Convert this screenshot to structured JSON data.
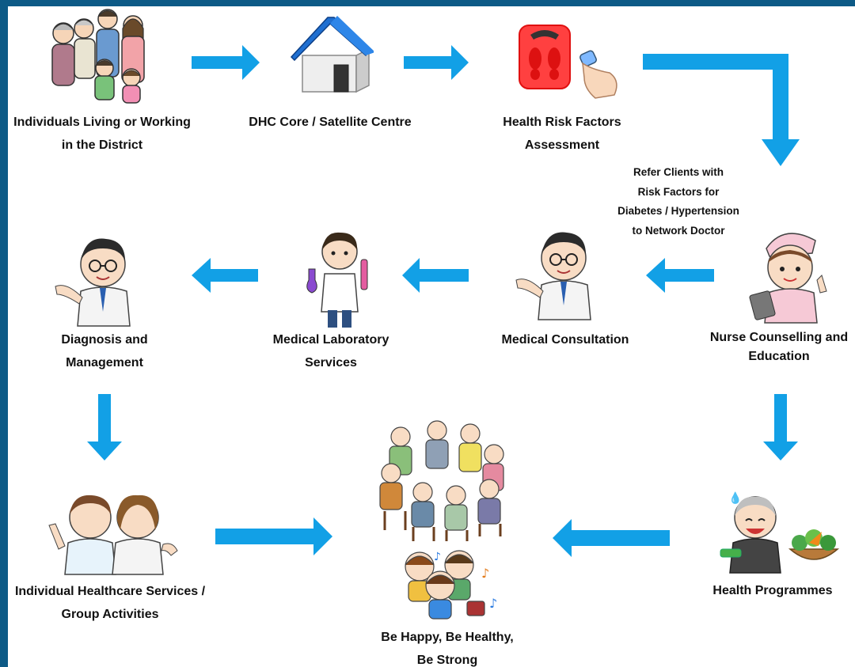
{
  "colors": {
    "frame": "#0d5a86",
    "arrow": "#12a0e6",
    "background": "#ffffff"
  },
  "nodes": [
    {
      "id": "individuals",
      "icon": "family-icon",
      "lines": [
        "Individuals Living or Working",
        "in the District"
      ]
    },
    {
      "id": "dhc",
      "icon": "house-icon",
      "lines": [
        "DHC Core / Satellite Centre"
      ]
    },
    {
      "id": "assessment",
      "icon": "scale-icon",
      "lines": [
        "Health Risk Factors",
        "Assessment"
      ]
    },
    {
      "id": "nurse",
      "icon": "nurse-icon",
      "lines": [
        "Nurse Counselling and",
        "Education"
      ]
    },
    {
      "id": "consultation",
      "icon": "doctor-icon",
      "lines": [
        "Medical Consultation"
      ]
    },
    {
      "id": "lab",
      "icon": "lab-scientist-icon",
      "lines": [
        "Medical Laboratory",
        "Services"
      ]
    },
    {
      "id": "diagnosis",
      "icon": "doctor-icon",
      "lines": [
        "Diagnosis and",
        "Management"
      ]
    },
    {
      "id": "individual-services",
      "icon": "healthcare-workers-icon",
      "lines": [
        "Individual Healthcare Services /",
        "Group Activities"
      ]
    },
    {
      "id": "programmes",
      "icon": "exercise-elder-icon",
      "lines": [
        "Health Programmes"
      ]
    },
    {
      "id": "outcome",
      "icon": "happy-group-icon",
      "lines": [
        "Be Happy, Be Healthy,",
        "Be Strong"
      ]
    }
  ],
  "referral_note": [
    "Refer Clients with",
    "Risk Factors for",
    "Diabetes / Hypertension",
    "to Network Doctor"
  ],
  "edges": [
    {
      "from": "individuals",
      "to": "dhc"
    },
    {
      "from": "dhc",
      "to": "assessment"
    },
    {
      "from": "assessment",
      "to": "nurse"
    },
    {
      "from": "nurse",
      "to": "consultation"
    },
    {
      "from": "consultation",
      "to": "lab"
    },
    {
      "from": "lab",
      "to": "diagnosis"
    },
    {
      "from": "diagnosis",
      "to": "individual-services"
    },
    {
      "from": "individual-services",
      "to": "outcome"
    },
    {
      "from": "nurse",
      "to": "programmes"
    },
    {
      "from": "programmes",
      "to": "outcome"
    }
  ]
}
